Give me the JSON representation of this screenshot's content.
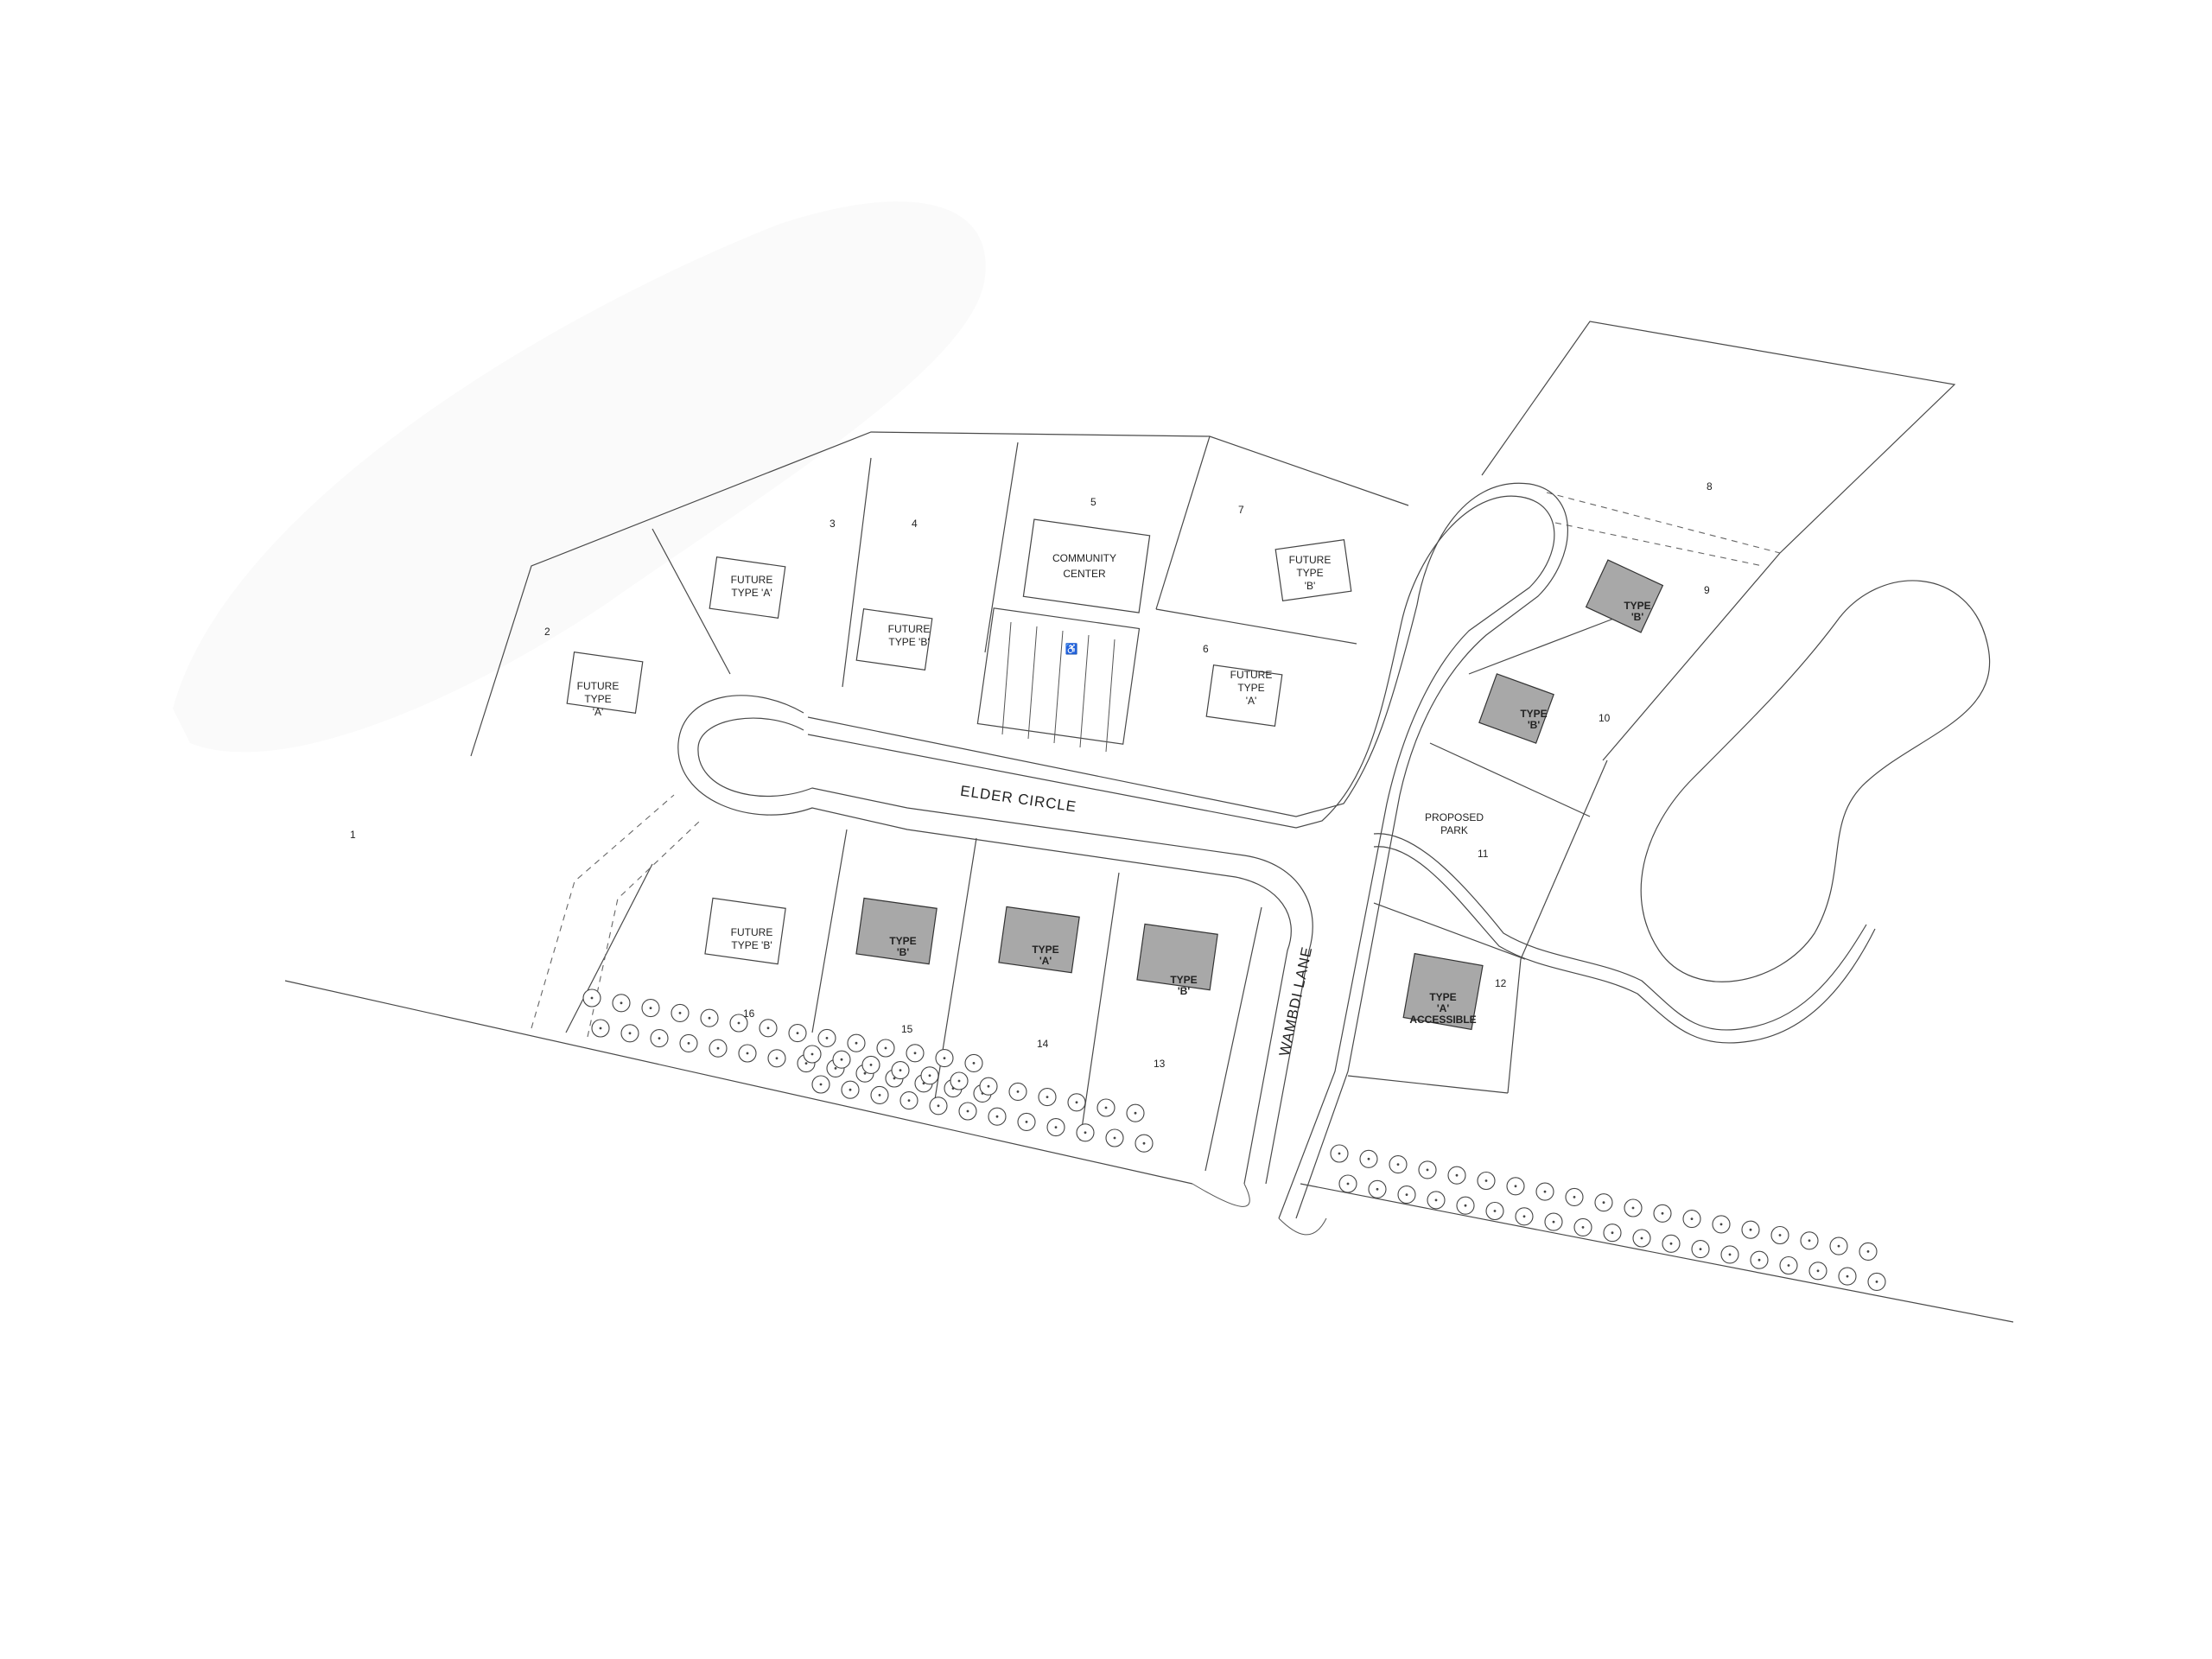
{
  "roads": {
    "elder_circle": "ELDER CIRCLE",
    "wambdi_lane": "WAMBDI LANE"
  },
  "lots": [
    {
      "num": "1"
    },
    {
      "num": "2"
    },
    {
      "num": "3"
    },
    {
      "num": "4"
    },
    {
      "num": "5"
    },
    {
      "num": "6"
    },
    {
      "num": "7"
    },
    {
      "num": "8"
    },
    {
      "num": "9"
    },
    {
      "num": "10"
    },
    {
      "num": "11"
    },
    {
      "num": "12"
    },
    {
      "num": "13"
    },
    {
      "num": "14"
    },
    {
      "num": "15"
    },
    {
      "num": "16"
    }
  ],
  "buildings": {
    "community_center": {
      "line1": "COMMUNITY",
      "line2": "CENTER"
    },
    "lot2": {
      "line1": "FUTURE",
      "line2": "TYPE",
      "line3": "'A'"
    },
    "lot3": {
      "line1": "FUTURE",
      "line2": "TYPE 'A'"
    },
    "lot4": {
      "line1": "FUTURE",
      "line2": "TYPE 'B'"
    },
    "lot6": {
      "line1": "FUTURE",
      "line2": "TYPE",
      "line3": "'A'"
    },
    "lot7": {
      "line1": "FUTURE",
      "line2": "TYPE",
      "line3": "'B'"
    },
    "lot9": {
      "line1": "TYPE",
      "line2": "'B'"
    },
    "lot10": {
      "line1": "TYPE",
      "line2": "'B'"
    },
    "lot12": {
      "line1": "TYPE",
      "line2": "'A'",
      "line3": "ACCESSIBLE"
    },
    "lot13": {
      "line1": "TYPE",
      "line2": "'B'"
    },
    "lot14": {
      "line1": "TYPE",
      "line2": "'A'"
    },
    "lot15": {
      "line1": "TYPE",
      "line2": "'B'"
    },
    "lot16": {
      "line1": "FUTURE",
      "line2": "TYPE 'B'"
    }
  },
  "park": {
    "line1": "PROPOSED",
    "line2": "PARK"
  },
  "parking_symbol": "♿",
  "colors": {
    "built_house": "#a8a8a8",
    "future_house": "#ffffff",
    "linework": "#4a4a4a",
    "background": "#ffffff"
  }
}
